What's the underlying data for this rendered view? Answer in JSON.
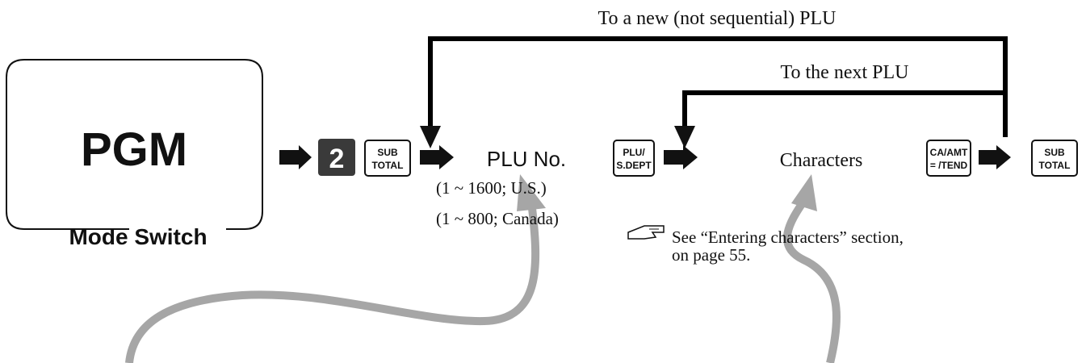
{
  "mode_switch": {
    "mode": "PGM",
    "label": "Mode Switch"
  },
  "steps": {
    "number_key": "2",
    "subtotal_key": {
      "line1": "SUB",
      "line2": "TOTAL"
    },
    "plu_number": {
      "label": "PLU No.",
      "range_us": "(1 ~ 1600; U.S.)",
      "range_canada": "(1 ~ 800; Canada)"
    },
    "plu_key": {
      "line1": "PLU/",
      "line2": "S.DEPT"
    },
    "characters": "Characters",
    "ca_key": {
      "line1": "CA/AMT",
      "line2": "= /TEND"
    },
    "final_subtotal_key": {
      "line1": "SUB",
      "line2": "TOTAL"
    }
  },
  "loops": {
    "new_plu": "To a new (not sequential) PLU",
    "next_plu": "To the next PLU"
  },
  "note": {
    "icon": "pointing-hand-icon",
    "line1": "See “Entering characters” section,",
    "line2": "on page 55."
  }
}
